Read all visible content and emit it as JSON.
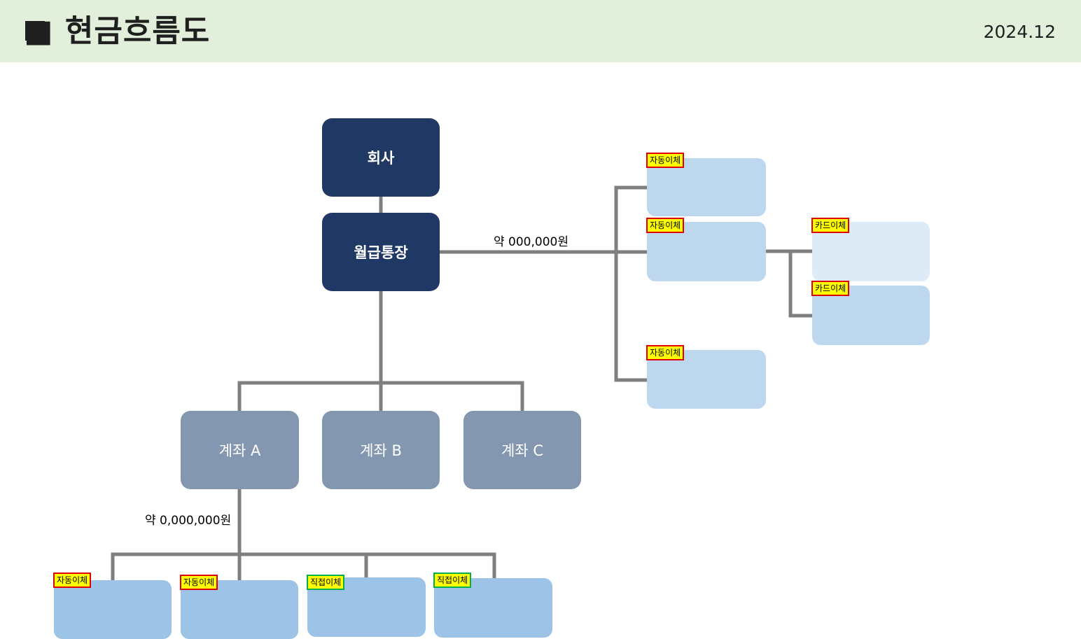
{
  "header": {
    "title": "■ 현금흐름도",
    "date": "2024.12"
  },
  "nodes": {
    "company": "회사",
    "salary_account": "월급통장",
    "account_a": "계좌 A",
    "account_b": "계좌 B",
    "account_c": "계좌 C"
  },
  "amounts": {
    "salary_out": "약 000,000원",
    "account_a_out": "약 0,000,000원"
  },
  "tags": {
    "auto_transfer": "자동이체",
    "card_transfer": "카드이체",
    "direct_transfer": "직접이체"
  },
  "colors": {
    "header_bg": "#e2efda",
    "dark_node": "#203864",
    "grey_node": "#8497b0",
    "light_box": "#bdd7ee",
    "pale_box": "#ddebf7",
    "mid_box": "#9dc3e6",
    "connector": "#7f7f7f",
    "tag_bg": "#ffff00",
    "tag_border_red": "#e00000",
    "tag_border_green": "#00b050"
  }
}
